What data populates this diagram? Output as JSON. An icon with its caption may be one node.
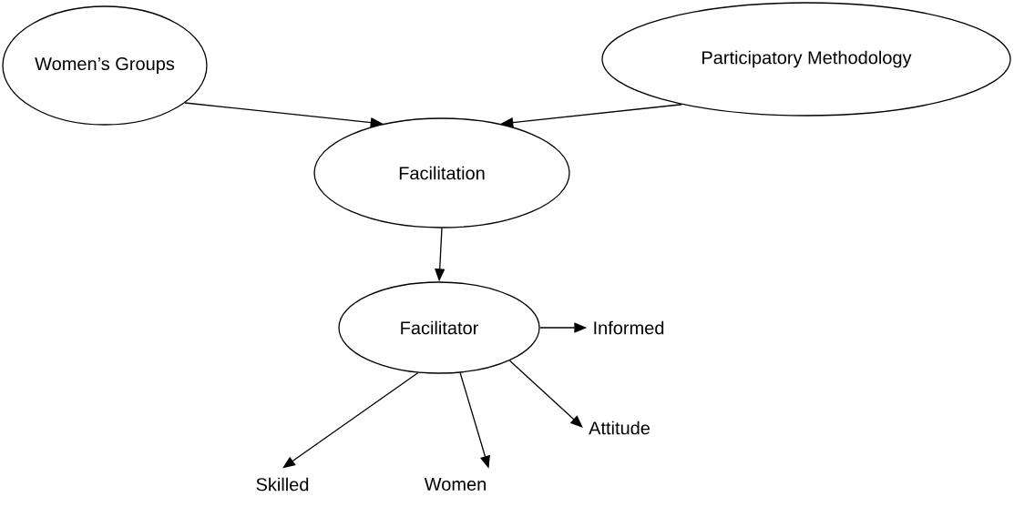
{
  "diagram": {
    "nodes": [
      {
        "text": [
          "Women’s Groups"
        ]
      },
      {
        "text": [
          "Participatory Methodology"
        ]
      },
      {
        "text": [
          "Facilitation"
        ]
      },
      {
        "text": [
          "Facilitator"
        ]
      },
      {
        "text": [
          "Informed"
        ]
      },
      {
        "text": [
          "Attitude"
        ]
      },
      {
        "text": [
          "Skilled"
        ]
      },
      {
        "text": [
          "Women"
        ]
      }
    ],
    "edges": [
      {
        "from": 0,
        "to": 2,
        "arrow": "to"
      },
      {
        "from": 1,
        "to": 2,
        "arrow": "to"
      },
      {
        "from": 2,
        "to": 3,
        "arrow": "to"
      },
      {
        "from": 3,
        "to": 4,
        "arrow": "to"
      },
      {
        "from": 3,
        "to": 5,
        "arrow": "to"
      },
      {
        "from": 3,
        "to": 6,
        "arrow": "to"
      },
      {
        "from": 3,
        "to": 7,
        "arrow": "to"
      }
    ]
  }
}
